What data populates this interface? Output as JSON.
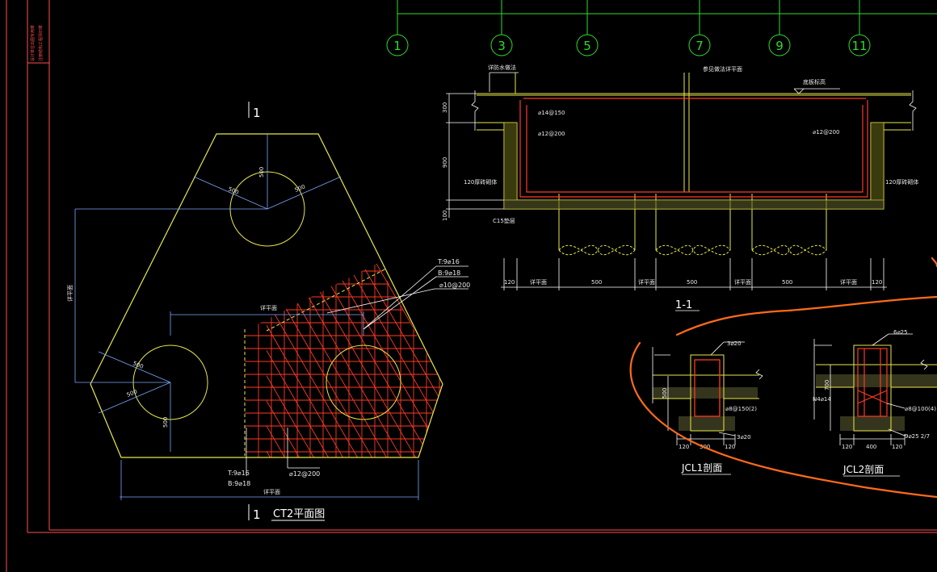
{
  "colors": {
    "background": "#000000",
    "frame": "#ff4f4f",
    "outline": "#e8e84a",
    "dimension": "#7ea7ff",
    "white": "#ffffff",
    "axis": "#2fdc2f",
    "rebar": "#ff3a26",
    "markup": "#ff6a1a",
    "label": "#e8e8e8"
  },
  "axis_labels": [
    "1",
    "3",
    "5",
    "7",
    "9",
    "11"
  ],
  "ct2": {
    "title": "CT2平面图",
    "section_mark": "1",
    "dims": {
      "top_left": "500",
      "top_mid": "500",
      "top_right": "500",
      "left_a": "500",
      "left_b": "500",
      "bottom_v": "500"
    },
    "rebar_top": "T:9⌀16",
    "rebar_bottom": "B:9⌀18",
    "rebar_dist": "⌀10@200",
    "rebar_top_2": "T:9⌀16",
    "rebar_bottom_2": "B:9⌀18",
    "rebar_dist_2": "⌀12@200",
    "span_label": "详平面",
    "dim_vertical": "详平面",
    "dim_bottom": "详平面"
  },
  "section11": {
    "title": "1-1",
    "label_left_top": "详防水做法",
    "label_center_top": "参见做法详平面",
    "label_right_top": "底板标高",
    "bar_top": "⌀14@150",
    "bar_side_left": "⌀12@200",
    "bar_side_right": "⌀12@200",
    "wall_left": "120厚砖砌体",
    "wall_right": "120厚砖砌体",
    "cushion": "C15垫层",
    "dims_v": [
      "300",
      "900",
      "100"
    ],
    "dims_h": [
      "120",
      "详平面",
      "500",
      "详平面",
      "500",
      "详平面",
      "500",
      "详平面",
      "120"
    ]
  },
  "jcl1": {
    "title": "JCL1剖面",
    "top_bar": "3⌀20",
    "stirrup": "⌀8@150(2)",
    "bottom_bar": "3⌀20",
    "dims": [
      "120",
      "300",
      "120"
    ],
    "height": "500"
  },
  "jcl2": {
    "title": "JCL2剖面",
    "top_bar": "6⌀25",
    "side_bar": "N4⌀14",
    "stirrup": "⌀8@100(4)",
    "bottom_bar": "9⌀25 2/7",
    "dims": [
      "120",
      "400",
      "120"
    ],
    "height": "700"
  },
  "title_block": {
    "line1": "设计单位出图专用章",
    "line2": "注册结构工程师印章"
  }
}
